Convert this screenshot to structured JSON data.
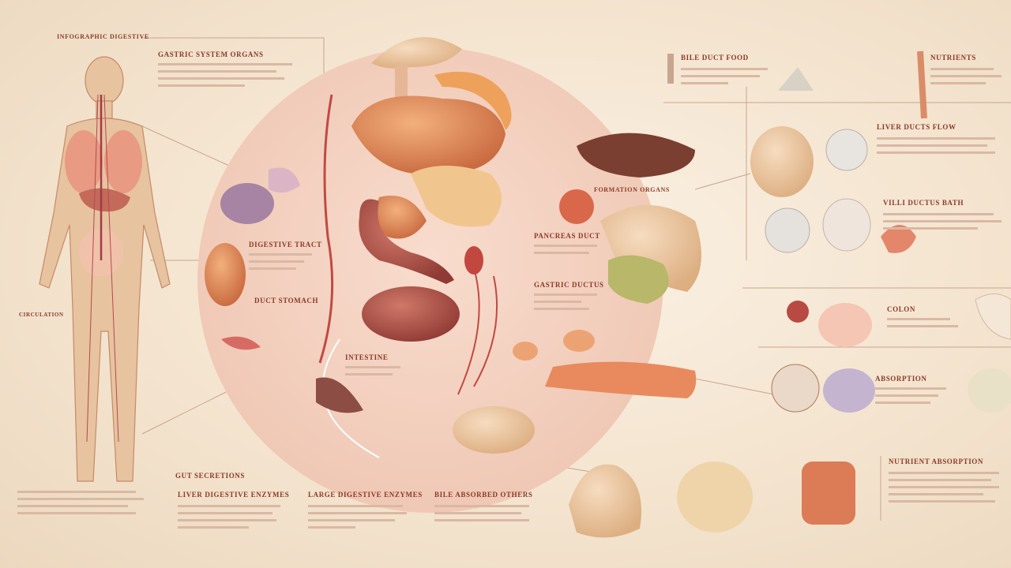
{
  "header": {
    "top_left": "INFOGRAPHIC  DIGESTIVE"
  },
  "labels": {
    "top_center": "GASTRIC SYSTEM ORGANS",
    "top_right_a": "BILE  DUCT FOOD",
    "top_right_b": "NUTRIENTS",
    "right_mid_a": "LIVER  DUCTS FLOW",
    "right_mid_b": "VILLI  DUCTUS  BATH",
    "center_left": "DIGESTIVE TRACT",
    "center_mid": "DUCT STOMACH",
    "center_right_a": "PANCREAS DUCT",
    "center_right_b": "GASTRIC DUCTUS",
    "liver_label": "FORMATION ORGANS",
    "lower_mid": "INTESTINE",
    "lower_right_a": "ABSORPTION",
    "lower_right_b": "COLON",
    "bottom_left": "GUT  SECRETIONS",
    "bottom_1": "LIVER  DIGESTIVE  ENZYMES",
    "bottom_2": "LARGE  DIGESTIVE  ENZYMES",
    "bottom_3": "BILE  ABSORBED  OTHERS",
    "bottom_right": "NUTRIENT  ABSORPTION",
    "body_label": "CIRCULATION"
  },
  "colors": {
    "background": "#f4e4cf",
    "accent": "#8a3a28",
    "circle": "#f3cdbb",
    "organ_red": "#b8524a",
    "organ_orange": "#e39a5c"
  }
}
